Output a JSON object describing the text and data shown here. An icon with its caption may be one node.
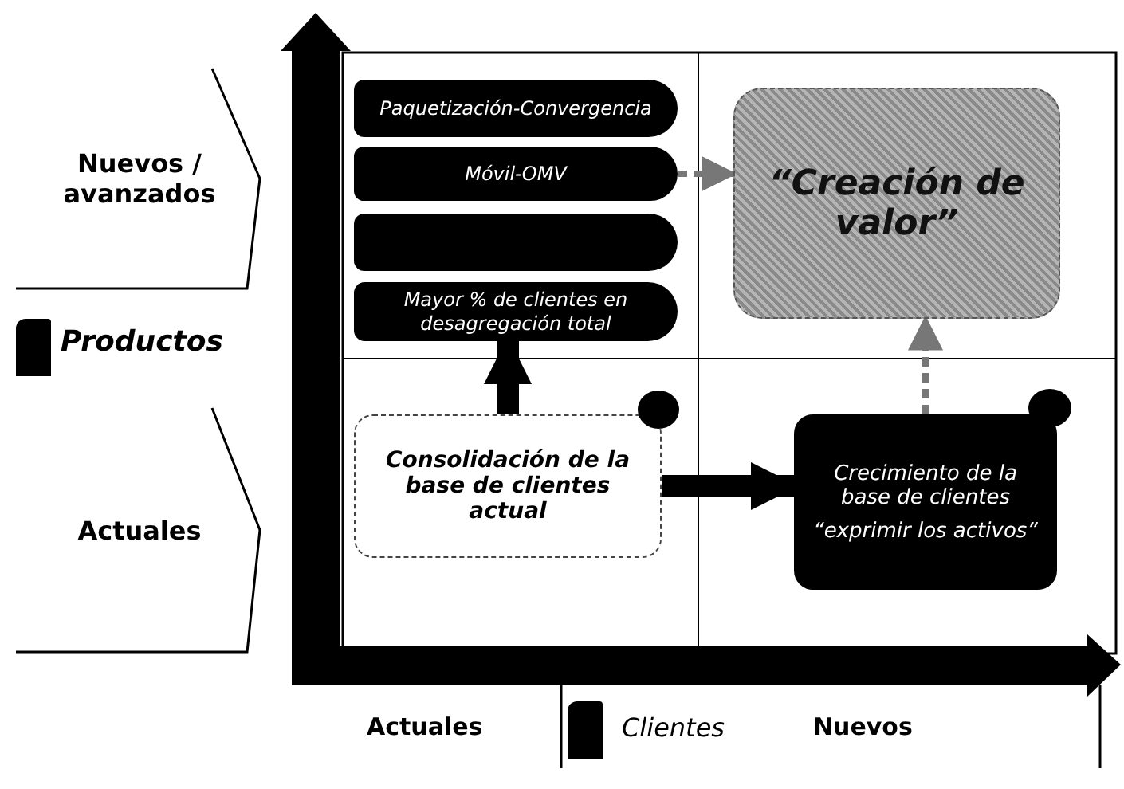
{
  "diagram": {
    "nodes": [
      {
        "text": [
          "Paquetización-Convergencia"
        ]
      },
      {
        "text": [
          "Móvil-OMV"
        ]
      },
      {
        "text": [],
        "shape": "box"
      },
      {
        "text": [
          "Mayor % de clientes en desagregación total"
        ]
      },
      {
        "text": [
          "“Creación de valor”"
        ]
      },
      {
        "text": [
          "Consolidación de la base de clientes actual"
        ]
      },
      {
        "text": [
          "Crecimiento de la base de clientes",
          "“exprimir los activos”"
        ]
      },
      {
        "text": [
          "Nuevos / avanzados"
        ]
      },
      {
        "text": [
          "Actuales"
        ]
      }
    ],
    "edges": [
      {
        "from": 5,
        "to": 3,
        "arrow": "to",
        "style": "thick"
      },
      {
        "from": 5,
        "to": 6,
        "arrow": "to",
        "style": "thick"
      },
      {
        "from": 1,
        "to": 4,
        "arrow": "to",
        "style": "dashed",
        "color": "#777777"
      },
      {
        "from": 6,
        "to": 4,
        "arrow": "to",
        "style": "dashed",
        "color": "#777777"
      }
    ],
    "labels": [
      "Productos",
      "Actuales",
      "Clientes",
      "Nuevos"
    ]
  }
}
